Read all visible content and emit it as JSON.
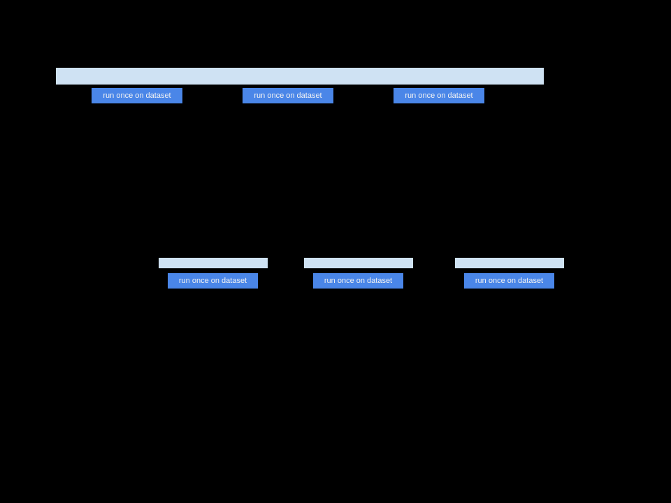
{
  "slide": {
    "background": "#000000"
  },
  "colors": {
    "bar_fill": "#cfe2f3",
    "button_fill": "#4a86e8",
    "button_text": "#f3f3f3"
  },
  "top_pipeline": {
    "buttons": [
      {
        "label": "run once on dataset"
      },
      {
        "label": "run once on dataset"
      },
      {
        "label": "run once on dataset"
      }
    ]
  },
  "lower_pipelines": [
    {
      "button": {
        "label": "run once on dataset"
      }
    },
    {
      "button": {
        "label": "run once on dataset"
      }
    },
    {
      "button": {
        "label": "run once on dataset"
      }
    }
  ]
}
